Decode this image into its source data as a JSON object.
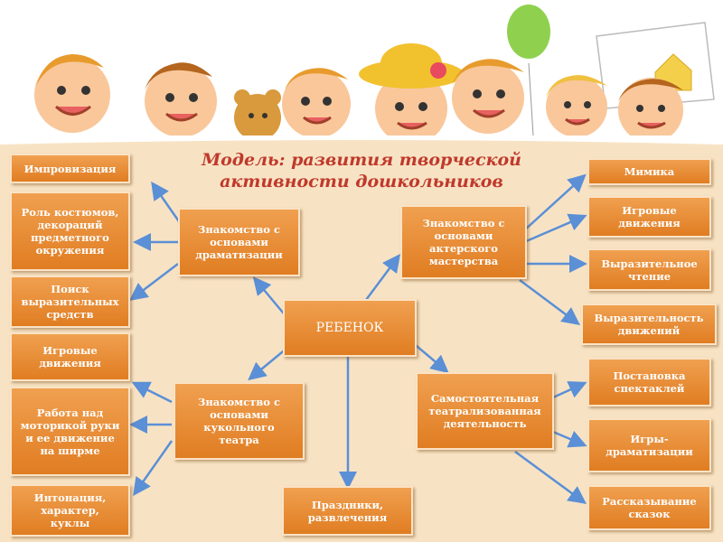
{
  "title": {
    "line1": "Модель: развития творческой",
    "line2": "активности дошкольников"
  },
  "center": "РЕБЕНОК",
  "groups": {
    "dramatization": "Знакомство с\nосновами\nдраматизации",
    "acting": "Знакомство с\nосновами\nактерского\nмастерства",
    "puppet": "Знакомство с\nосновами\nкукольного\nтеатра",
    "independent": "Самостоятельная\nтеатрализованная\nдеятельность",
    "holidays": "Праздники,\nразвлечения"
  },
  "left_items": [
    "Импровизация",
    "Роль костюмов,\nдекораций\nпредметного\nокружения",
    "Поиск\nвыразительных\nсредств",
    "Игровые\nдвижения",
    "Работа над\nмоторикой руки\nи ее движение\nна ширме",
    "Интонация,\nхарактер,\nкуклы"
  ],
  "right_items": [
    "Мимика",
    "Игровые\nдвижения",
    "Выразительное\nчтение",
    "Выразительность\nдвижений",
    "Постановка\nспектаклей",
    "Игры-\nдраматизации",
    "Рассказывание\nсказок"
  ],
  "colors": {
    "box_top": "#f0a050",
    "box_bottom": "#e07d22",
    "arrow": "#5b8fd6",
    "title": "#c0392b",
    "background": "#f7e3c4"
  }
}
